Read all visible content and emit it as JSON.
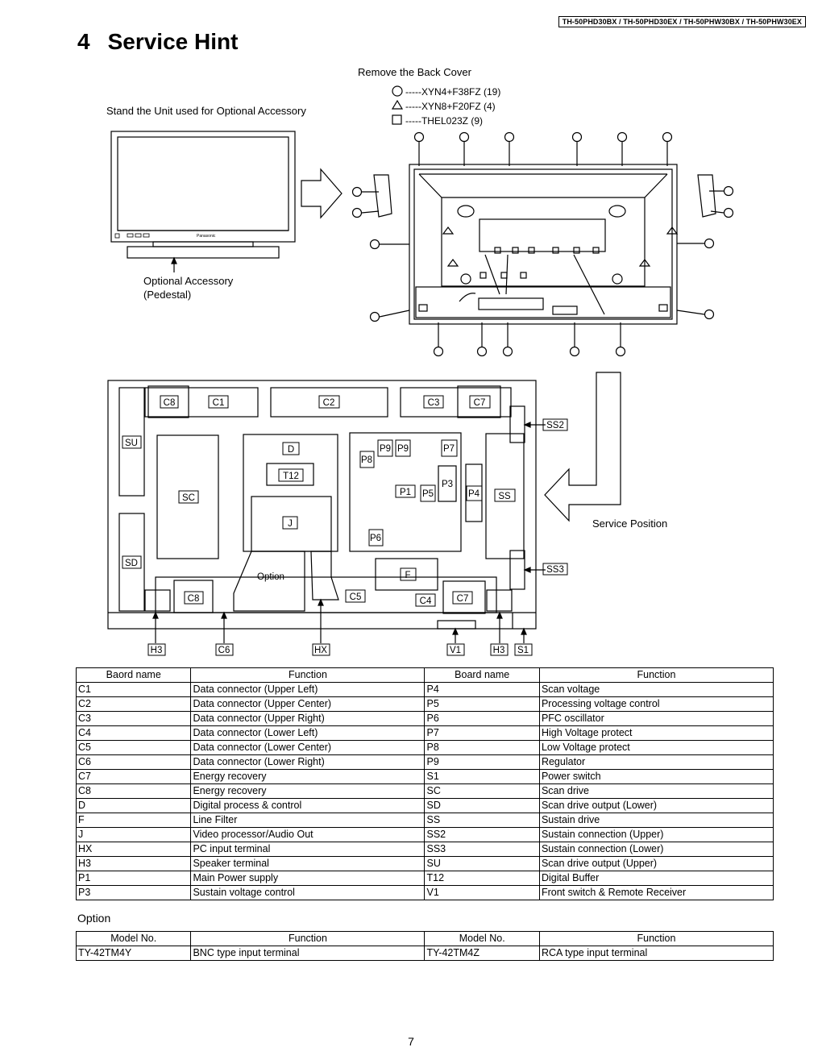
{
  "header": {
    "models": "TH-50PHD30BX / TH-50PHD30EX / TH-50PHW30BX / TH-50PHW30EX",
    "section_number": "4",
    "section_title": "Service Hint"
  },
  "top_diagram": {
    "stand_label": "Stand the Unit used for Optional Accessory",
    "remove_label": "Remove the Back Cover",
    "screws": [
      {
        "symbol": "circle",
        "spec": "-----XYN4+F38FZ (19)"
      },
      {
        "symbol": "triangle",
        "spec": "-----XYN8+F20FZ (4)"
      },
      {
        "symbol": "square",
        "spec": "-----THEL023Z (9)"
      }
    ],
    "pedestal_label_1": "Optional Accessory",
    "pedestal_label_2": "(Pedestal)",
    "tv_brand": "Panasonic"
  },
  "board_diagram": {
    "labels": {
      "C8_top": "C8",
      "C1": "C1",
      "C2": "C2",
      "C3": "C3",
      "C7_top": "C7",
      "SU": "SU",
      "SC": "SC",
      "SD": "SD",
      "D": "D",
      "T12": "T12",
      "J": "J",
      "Option": "Option",
      "P9a": "P9",
      "P9b": "P9",
      "P7": "P7",
      "P8": "P8",
      "P3": "P3",
      "P1": "P1",
      "P5": "P5",
      "P4": "P4",
      "P6": "P6",
      "SS": "SS",
      "F": "F",
      "C5": "C5",
      "C4": "C4",
      "C7_bot": "C7",
      "C8_bot": "C8",
      "SS2": "SS2",
      "SS3": "SS3"
    },
    "bottom_labels": [
      "H3",
      "C6",
      "HX",
      "V1",
      "H3",
      "S1"
    ],
    "service_position": "Service Position"
  },
  "board_table": {
    "headers": [
      "Baord name",
      "Function",
      "Board name",
      "Function"
    ],
    "rows": [
      [
        "C1",
        "Data connector (Upper Left)",
        "P4",
        "Scan voltage"
      ],
      [
        "C2",
        "Data connector (Upper Center)",
        "P5",
        "Processing voltage control"
      ],
      [
        "C3",
        "Data connector (Upper Right)",
        "P6",
        "PFC oscillator"
      ],
      [
        "C4",
        "Data connector (Lower Left)",
        "P7",
        "High Voltage protect"
      ],
      [
        "C5",
        "Data connector (Lower Center)",
        "P8",
        "Low Voltage protect"
      ],
      [
        "C6",
        "Data connector (Lower Right)",
        "P9",
        "Regulator"
      ],
      [
        "C7",
        "Energy recovery",
        "S1",
        "Power switch"
      ],
      [
        "C8",
        "Energy recovery",
        "SC",
        "Scan drive"
      ],
      [
        "D",
        "Digital process & control",
        "SD",
        "Scan drive output (Lower)"
      ],
      [
        "F",
        "Line Filter",
        "SS",
        "Sustain drive"
      ],
      [
        "J",
        "Video processor/Audio Out",
        "SS2",
        "Sustain connection (Upper)"
      ],
      [
        "HX",
        "PC input terminal",
        "SS3",
        "Sustain connection (Lower)"
      ],
      [
        "H3",
        "Speaker terminal",
        "SU",
        "Scan drive output (Upper)"
      ],
      [
        "P1",
        "Main Power supply",
        "T12",
        "Digital Buffer"
      ],
      [
        "P3",
        "Sustain voltage control",
        "V1",
        "Front switch & Remote Receiver"
      ]
    ]
  },
  "option": {
    "label": "Option",
    "headers": [
      "Model No.",
      "Function",
      "Model No.",
      "Function"
    ],
    "rows": [
      [
        "TY-42TM4Y",
        "BNC type input terminal",
        "TY-42TM4Z",
        "RCA type input terminal"
      ]
    ]
  },
  "page_number": "7"
}
